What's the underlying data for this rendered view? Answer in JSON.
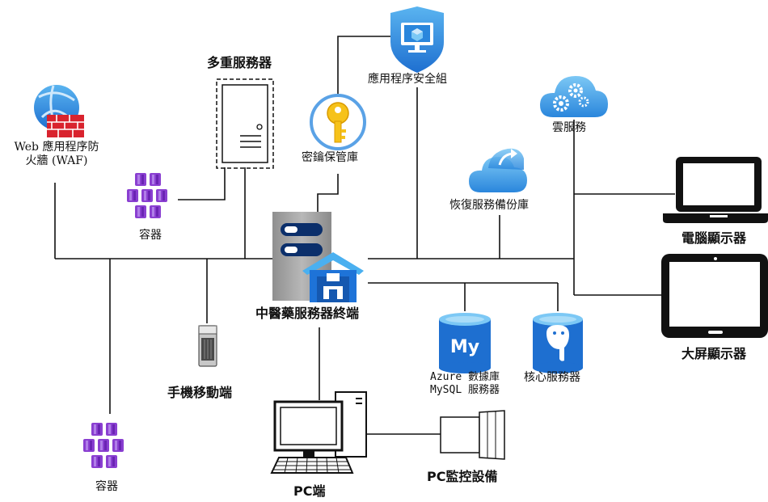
{
  "nodes": {
    "waf": {
      "line1": "Web 應用程序防",
      "line2": "火牆 (WAF)"
    },
    "multi_server": "多重服務器",
    "container_top": "容器",
    "container_bottom": "容器",
    "key_vault": "密鑰保管庫",
    "app_security_group": "應用程序安全組",
    "recovery_vault": "恢復服務備份庫",
    "cloud_service": "雲服務",
    "computer_display": "電腦顯示器",
    "large_display": "大屏顯示器",
    "central_server": "中醫藥服務器終端",
    "mobile": "手機移動端",
    "mysql": {
      "line1": "Azure 數據庫",
      "line2": "MySQL 服務器"
    },
    "core_server": "核心服務器",
    "pc": "PC端",
    "pc_monitor": "PC監控設備"
  },
  "icons": {
    "waf": "web-app-firewall-icon",
    "multi_server": "server-tower-icon",
    "container": "container-cubes-icon",
    "key_vault": "key-vault-icon",
    "app_security_group": "shield-monitor-icon",
    "recovery_vault": "cloud-backup-icon",
    "cloud_service": "cloud-gears-icon",
    "laptop": "laptop-icon",
    "tablet": "tablet-icon",
    "central_server": "server-warehouse-icon",
    "mobile": "mobile-device-icon",
    "mysql": "mysql-database-icon",
    "postgres": "postgresql-database-icon",
    "pc": "desktop-pc-icon",
    "camera": "security-camera-icon"
  },
  "colors": {
    "line": "#111111",
    "azure_blue": "#1e73d8",
    "azure_light": "#5ab4f0",
    "container_purple": "#8a3fd1",
    "key_yellow": "#f6c21a",
    "firewall_red": "#d9232e",
    "server_gray": "#9b9b9b"
  }
}
